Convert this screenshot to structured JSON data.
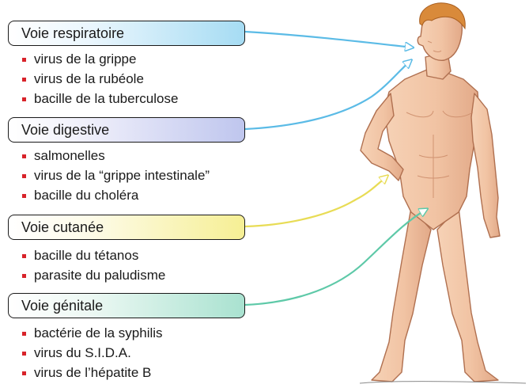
{
  "routes": [
    {
      "label": "Voie respiratoire",
      "color": "#5bbbe6",
      "agents": [
        "virus de la grippe",
        "virus de la rubéole",
        "bacille de la tuberculose"
      ]
    },
    {
      "label": "Voie digestive",
      "color": "#8e9bdc",
      "agents": [
        "salmonelles",
        "virus de la “grippe intestinale”",
        "bacille du choléra"
      ]
    },
    {
      "label": "Voie cutanée",
      "color": "#e8dc55",
      "agents": [
        "bacille du tétanos",
        "parasite du paludisme"
      ]
    },
    {
      "label": "Voie génitale",
      "color": "#5ec9a8",
      "agents": [
        "bactérie de la syphilis",
        "virus du S.I.D.A.",
        "virus de l’hépatite B"
      ]
    }
  ]
}
